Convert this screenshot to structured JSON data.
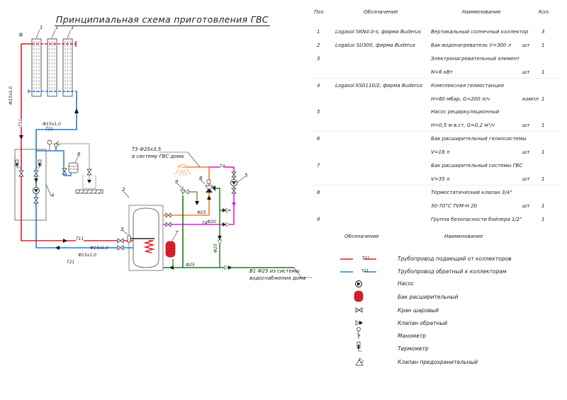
{
  "scheme": {
    "title": "Принципиальная схема приготовления ГВС",
    "labels": {
      "t3_pipe": "Т3 Ф25х3,5",
      "t3_dest": "в систему ГВС дома",
      "b1_pipe": "В1 Ф25 из системы",
      "b1_src": "водоснабжения дома",
      "pipe_supply_size": "Ф15х1,0",
      "pipe_return_size": "Ф15х1,0",
      "pipe_vertical_size": "Ф15х1,0",
      "pipe_t11": "Т11",
      "pipe_t21": "Т21",
      "pipe_t4": "Т4",
      "d25": "Ф25",
      "d20": "Ф20"
    },
    "position_markers": [
      "1",
      "1",
      "1",
      "2",
      "3",
      "4",
      "5",
      "6",
      "7",
      "8",
      "9"
    ],
    "colors": {
      "supply": "#e0202a",
      "return": "#1e7fd8",
      "hot_water": "#f08030",
      "recirculation": "#e020e0",
      "cold_water": "#1a7a1a",
      "tank": "#e0202a"
    }
  },
  "spec_table": {
    "headers": {
      "pos": "Поз.",
      "designation": "Обозначение",
      "name": "Наименование",
      "qty": "Кол."
    },
    "rows": [
      {
        "pos": "1",
        "designation": "Logasol SKN4.0-s, фирма Buderus",
        "name": "Вертикальный солнечный коллектор",
        "unit": "",
        "qty": "3"
      },
      {
        "pos": "2",
        "designation": "Logalux SU300, фирма Buderus",
        "name": "Бак-водонагреватель V=300 л",
        "unit": "шт",
        "qty": "1"
      },
      {
        "pos": "3",
        "designation": "",
        "name": "Электронагревательный элемент",
        "unit": "",
        "qty": ""
      },
      {
        "pos": "",
        "designation": "",
        "name": "N=6 кВт",
        "unit": "шт",
        "qty": "1"
      },
      {
        "pos": "4",
        "designation": "Logasol KS0110/2, фирма Buderus",
        "name": "Комплексная гелиостанция",
        "unit": "",
        "qty": ""
      },
      {
        "pos": "",
        "designation": "",
        "name": "H=60 мбар, G=200 л/ч",
        "unit": "компл",
        "qty": "1"
      },
      {
        "pos": "5",
        "designation": "",
        "name": "Насос рециркуляционный",
        "unit": "",
        "qty": ""
      },
      {
        "pos": "",
        "designation": "",
        "name": "H=0,5 м в.ст, G=0,2 м³/ч",
        "unit": "шт",
        "qty": "1"
      },
      {
        "pos": "6",
        "designation": "",
        "name": "Бак расширительный гелиосистемы",
        "unit": "",
        "qty": ""
      },
      {
        "pos": "",
        "designation": "",
        "name": "V=18 л",
        "unit": "шт",
        "qty": "1"
      },
      {
        "pos": "7",
        "designation": "",
        "name": "Бак расширительный системы ГВС",
        "unit": "",
        "qty": ""
      },
      {
        "pos": "",
        "designation": "",
        "name": "V=35 л",
        "unit": "шт",
        "qty": "1"
      },
      {
        "pos": "8",
        "designation": "",
        "name": "Термостатический клапан 3/4\"",
        "unit": "",
        "qty": ""
      },
      {
        "pos": "",
        "designation": "",
        "name": "30-70°С TVM-H 20",
        "unit": "шт",
        "qty": "1"
      },
      {
        "pos": "9",
        "designation": "",
        "name": "Группа безопасности бойлера 1/2\"",
        "unit": "",
        "qty": "1"
      }
    ]
  },
  "legend": {
    "headers": {
      "designation": "Обозначение",
      "name": "Наименование"
    },
    "items": [
      {
        "symbol": "supply-pipe-symbol",
        "symbol_text": "Т11",
        "name": "Трубопровод подающий от коллекторов"
      },
      {
        "symbol": "return-pipe-symbol",
        "symbol_text": "Т21",
        "name": "Трубопровод обратный к коллекторам"
      },
      {
        "symbol": "pump-symbol",
        "symbol_text": "",
        "name": "Насос"
      },
      {
        "symbol": "expansion-tank-symbol",
        "symbol_text": "",
        "name": "Бак расширительный"
      },
      {
        "symbol": "ball-valve-symbol",
        "symbol_text": "",
        "name": "Кран шаровый"
      },
      {
        "symbol": "check-valve-symbol",
        "symbol_text": "",
        "name": "Клапан обратный"
      },
      {
        "symbol": "manometer-symbol",
        "symbol_text": "",
        "name": "Манометр"
      },
      {
        "symbol": "thermometer-symbol",
        "symbol_text": "",
        "name": "Термометр"
      },
      {
        "symbol": "safety-valve-symbol",
        "symbol_text": "",
        "name": "Клапан предохранительный"
      }
    ]
  }
}
